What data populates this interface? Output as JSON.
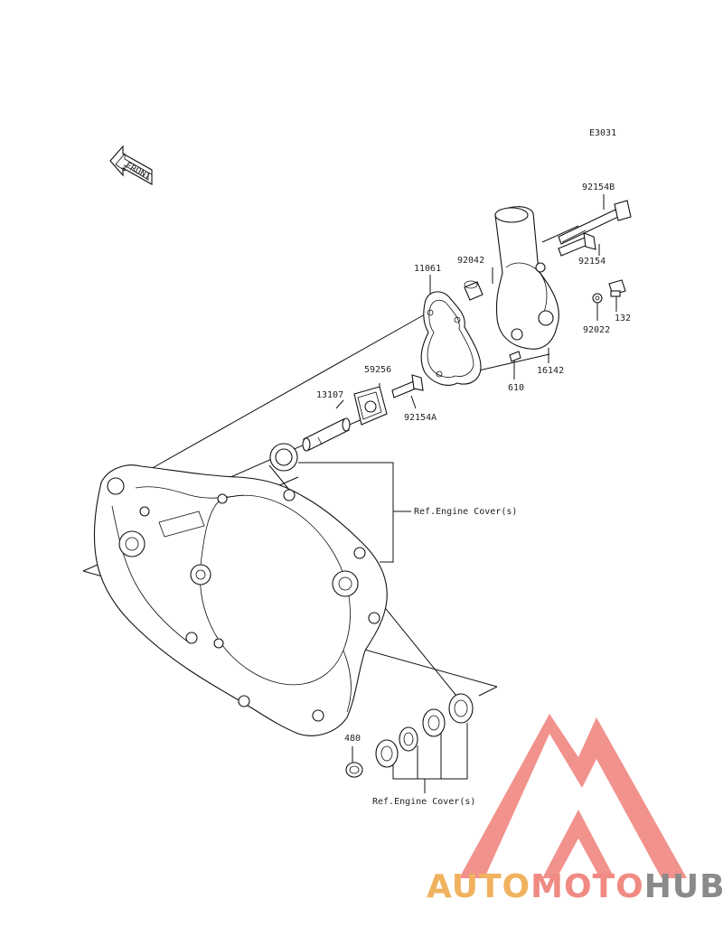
{
  "diagram_code": "E3031",
  "front_label": "FRONT",
  "parts": {
    "p92154B": "92154B",
    "p92042": "92042",
    "p11061": "11061",
    "p92154": "92154",
    "p132": "132",
    "p92022": "92022",
    "p16142": "16142",
    "p610": "610",
    "p59256": "59256",
    "p13107": "13107",
    "p92154A": "92154A",
    "p480": "480"
  },
  "refs": {
    "ref_upper": "Ref.Engine Cover(s)",
    "ref_lower": "Ref.Engine Cover(s)"
  },
  "logo": {
    "part1": "AUTO",
    "part2": "MOTO",
    "part3": "HUB",
    "colors": {
      "auto": "#f0b25f",
      "moto": "#f08a82",
      "hub": "#8a8a8a",
      "mark": "#f07f78"
    }
  }
}
